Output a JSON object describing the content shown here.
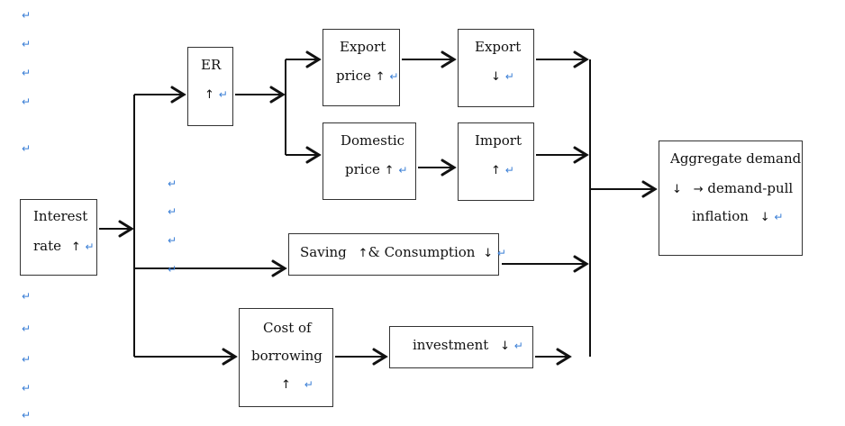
{
  "diagram": {
    "return_mark": "↵",
    "up_arrow": "↑",
    "down_arrow": "↓",
    "right_arrow": "→",
    "nodes": {
      "interest_rate": {
        "line1": "Interest",
        "line2": "rate"
      },
      "er": {
        "line1": "ER"
      },
      "export_price": {
        "line1": "Export",
        "line2": "price"
      },
      "domestic_price": {
        "line1": "Domestic",
        "line2": "price"
      },
      "export": {
        "line1": "Export"
      },
      "import": {
        "line1": "Import"
      },
      "saving_consumption": {
        "text_a": "Saving",
        "text_b": "& Consumption"
      },
      "cost_of_borrowing": {
        "line1": "Cost of",
        "line2": "borrowing"
      },
      "investment": {
        "line1": "investment"
      },
      "aggregate_demand": {
        "line1": "Aggregate demand",
        "line2": "demand-pull",
        "line3": "inflation"
      }
    },
    "colors": {
      "line": "#111111",
      "border": "#333333",
      "paragraph_mark": "#3b7fd6"
    }
  }
}
